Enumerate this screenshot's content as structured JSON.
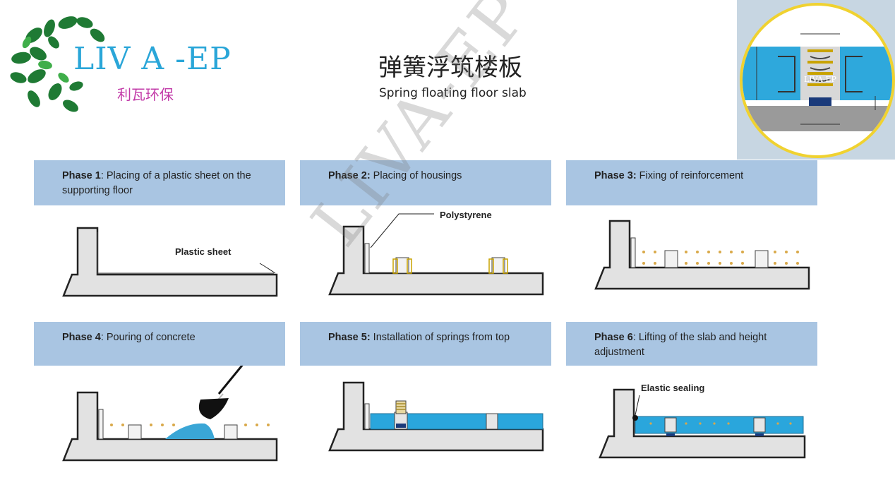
{
  "header": {
    "brand": "LIV A -EP",
    "brand_cn": "利瓦环保",
    "title_cn": "弹簧浮筑楼板",
    "title_en": "Spring floating floor slab"
  },
  "inset": {
    "label": "LIVA-EP"
  },
  "phases": [
    {
      "phase": "Phase 1",
      "desc": ": Placing of a plastic sheet on the supporting floor",
      "label": "Plastic sheet"
    },
    {
      "phase": "Phase 2:",
      "desc": " Placing of housings",
      "label": "Polystyrene"
    },
    {
      "phase": "Phase 3:",
      "desc": " Fixing of reinforcement",
      "label": ""
    },
    {
      "phase": "Phase 4",
      "desc": ": Pouring of concrete",
      "label": ""
    },
    {
      "phase": "Phase 5:",
      "desc": " Installation of springs from top",
      "label": ""
    },
    {
      "phase": "Phase 6",
      "desc": ": Lifting of the slab and height adjustment",
      "label": "Elastic sealing"
    }
  ],
  "watermark": "LIVA-EP",
  "colors": {
    "panel_header": "#a9c5e2",
    "concrete": "#e2e2e2",
    "slab": "#2aa6dc",
    "brand": "#2aa6d8",
    "brand_cn": "#c23aa8"
  }
}
